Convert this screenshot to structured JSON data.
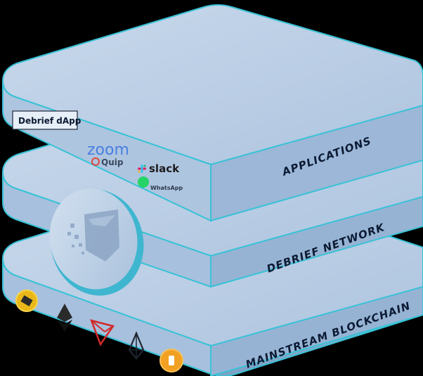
{
  "layers": {
    "applications": {
      "label": "APPLICATIONS"
    },
    "network": {
      "label": "DEBRIEF NETWORK"
    },
    "blockchain": {
      "label": "MAINSTREAM BLOCKCHAIN"
    }
  },
  "apps": {
    "dapp_label": "Debrief dApp",
    "zoom": "zoom",
    "quip": "Quip",
    "slack": "slack",
    "whatsapp": "WhatsApp"
  },
  "chain_icons": [
    "binance-coin-icon",
    "ethereum-icon",
    "tron-icon",
    "eos-icon",
    "bitcoin-icon"
  ],
  "colors": {
    "slab_top": "#b9cde4",
    "slab_side": "#8faed0",
    "edge_glow": "#38c2d6",
    "background": "#000000",
    "label": "#0b1a33"
  }
}
